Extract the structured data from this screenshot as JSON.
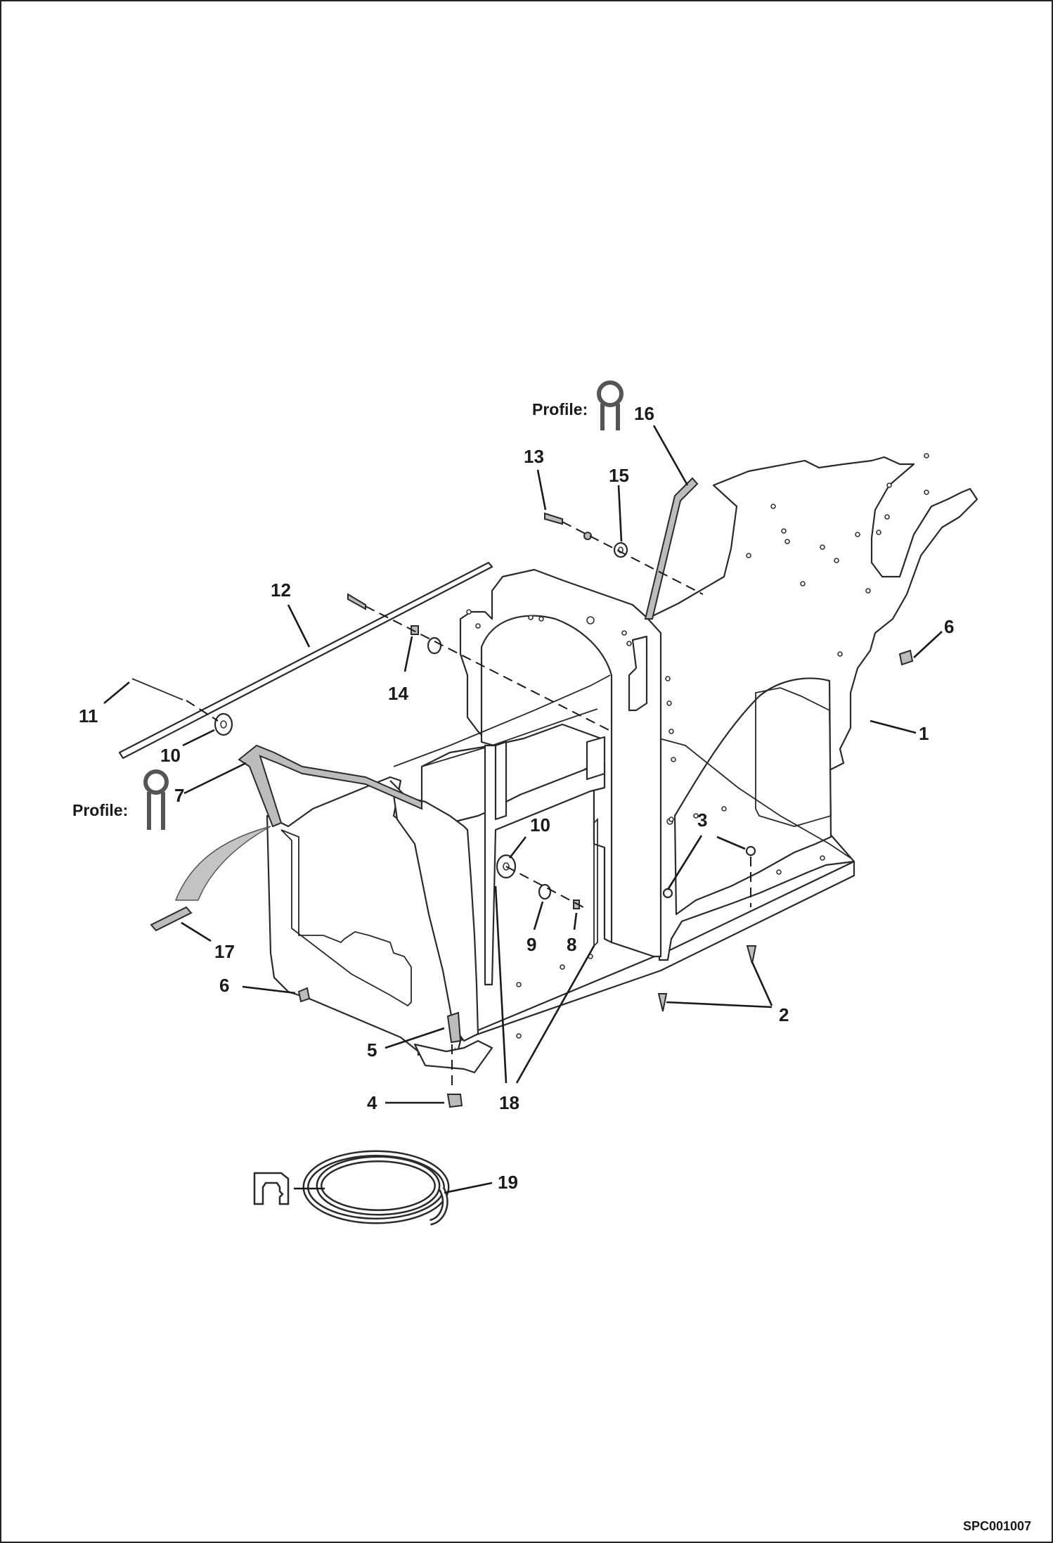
{
  "diagram": {
    "reference_code": "SPC001007",
    "profile_label": "Profile:",
    "callouts": {
      "c1": "1",
      "c2": "2",
      "c3": "3",
      "c4": "4",
      "c5": "5",
      "c6a": "6",
      "c6b": "6",
      "c7": "7",
      "c8": "8",
      "c9": "9",
      "c10a": "10",
      "c10b": "10",
      "c11": "11",
      "c12": "12",
      "c13": "13",
      "c14": "14",
      "c15": "15",
      "c16": "16",
      "c17": "17",
      "c18": "18",
      "c19": "19"
    }
  }
}
